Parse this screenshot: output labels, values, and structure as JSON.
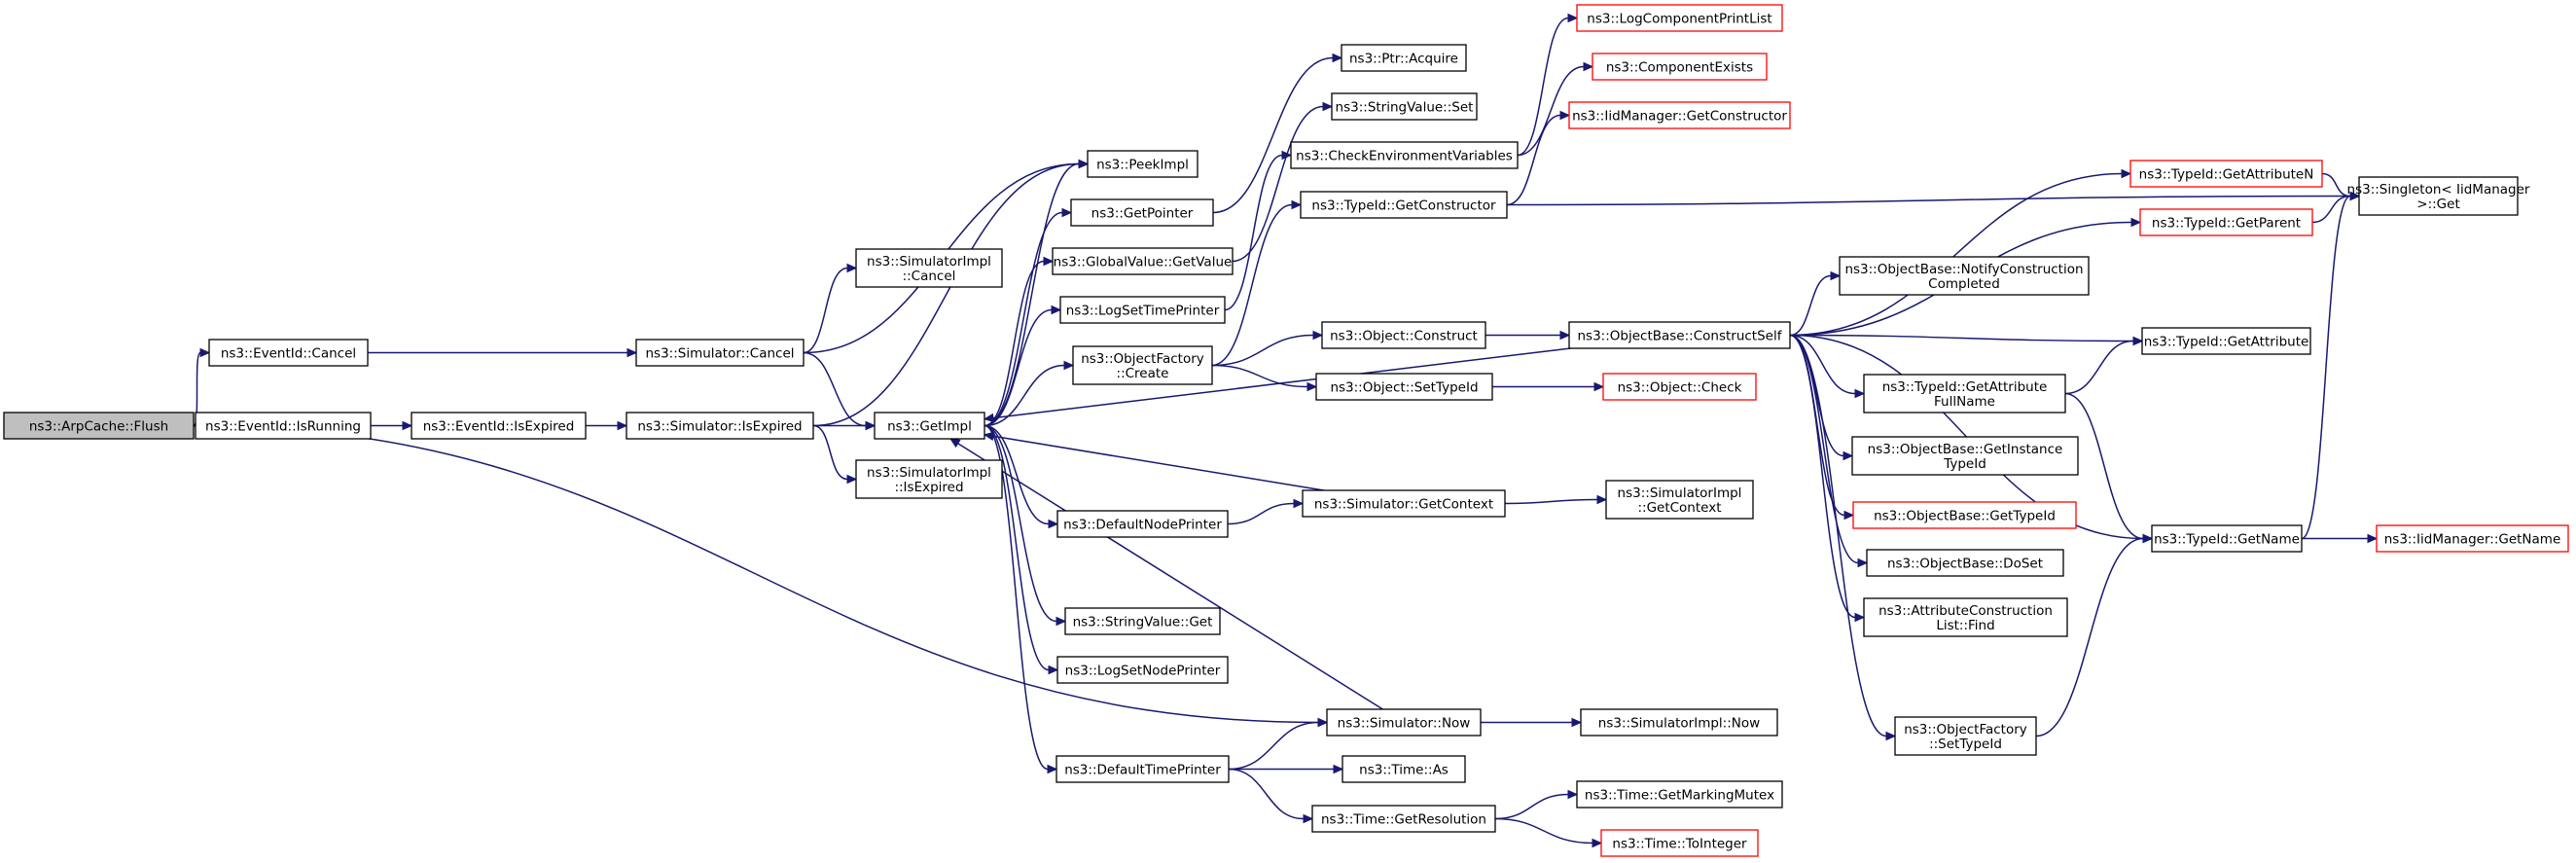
{
  "graph": {
    "title": "",
    "nodes": [
      {
        "id": "flush",
        "lines": [
          "ns3::ArpCache::Flush"
        ],
        "root": true
      },
      {
        "id": "evcancel",
        "lines": [
          "ns3::EventId::Cancel"
        ]
      },
      {
        "id": "evrunning",
        "lines": [
          "ns3::EventId::IsRunning"
        ]
      },
      {
        "id": "evexpired",
        "lines": [
          "ns3::EventId::IsExpired"
        ]
      },
      {
        "id": "simcancel",
        "lines": [
          "ns3::Simulator::Cancel"
        ]
      },
      {
        "id": "simexpired",
        "lines": [
          "ns3::Simulator::IsExpired"
        ]
      },
      {
        "id": "simimplcancel",
        "lines": [
          "ns3::SimulatorImpl",
          "::Cancel"
        ]
      },
      {
        "id": "simimplexpired",
        "lines": [
          "ns3::SimulatorImpl",
          "::IsExpired"
        ]
      },
      {
        "id": "getimpl",
        "lines": [
          "ns3::GetImpl"
        ]
      },
      {
        "id": "peekimpl",
        "lines": [
          "ns3::PeekImpl"
        ]
      },
      {
        "id": "getpointer",
        "lines": [
          "ns3::GetPointer"
        ]
      },
      {
        "id": "gvgetvalue",
        "lines": [
          "ns3::GlobalValue::GetValue"
        ]
      },
      {
        "id": "logsettime",
        "lines": [
          "ns3::LogSetTimePrinter"
        ]
      },
      {
        "id": "objfactcreate",
        "lines": [
          "ns3::ObjectFactory",
          "::Create"
        ]
      },
      {
        "id": "defnodeprinter",
        "lines": [
          "ns3::DefaultNodePrinter"
        ]
      },
      {
        "id": "strvalget",
        "lines": [
          "ns3::StringValue::Get"
        ]
      },
      {
        "id": "logsetnode",
        "lines": [
          "ns3::LogSetNodePrinter"
        ]
      },
      {
        "id": "deftimeprinter",
        "lines": [
          "ns3::DefaultTimePrinter"
        ]
      },
      {
        "id": "ptracquire",
        "lines": [
          "ns3::Ptr::Acquire"
        ]
      },
      {
        "id": "strvalset",
        "lines": [
          "ns3::StringValue::Set"
        ]
      },
      {
        "id": "checkenv",
        "lines": [
          "ns3::CheckEnvironmentVariables"
        ]
      },
      {
        "id": "typeidgetctor",
        "lines": [
          "ns3::TypeId::GetConstructor"
        ]
      },
      {
        "id": "objconstruct",
        "lines": [
          "ns3::Object::Construct"
        ]
      },
      {
        "id": "objsettypeid",
        "lines": [
          "ns3::Object::SetTypeId"
        ]
      },
      {
        "id": "simgetcontext",
        "lines": [
          "ns3::Simulator::GetContext"
        ]
      },
      {
        "id": "simnow",
        "lines": [
          "ns3::Simulator::Now"
        ]
      },
      {
        "id": "timeas",
        "lines": [
          "ns3::Time::As"
        ]
      },
      {
        "id": "timegetres",
        "lines": [
          "ns3::Time::GetResolution"
        ]
      },
      {
        "id": "logcompprint",
        "lines": [
          "ns3::LogComponentPrintList"
        ],
        "truncated": true
      },
      {
        "id": "compexists",
        "lines": [
          "ns3::ComponentExists"
        ],
        "truncated": true
      },
      {
        "id": "iidmgrgetctor",
        "lines": [
          "ns3::IidManager::GetConstructor"
        ],
        "truncated": true
      },
      {
        "id": "objbaseconstructself",
        "lines": [
          "ns3::ObjectBase::ConstructSelf"
        ]
      },
      {
        "id": "objcheck",
        "lines": [
          "ns3::Object::Check"
        ],
        "truncated": true
      },
      {
        "id": "simimplgetcontext",
        "lines": [
          "ns3::SimulatorImpl",
          "::GetContext"
        ]
      },
      {
        "id": "simimplnow",
        "lines": [
          "ns3::SimulatorImpl::Now"
        ]
      },
      {
        "id": "timegetmarking",
        "lines": [
          "ns3::Time::GetMarkingMutex"
        ]
      },
      {
        "id": "timetointeger",
        "lines": [
          "ns3::Time::ToInteger"
        ],
        "truncated": true
      },
      {
        "id": "notifyconstruction",
        "lines": [
          "ns3::ObjectBase::NotifyConstruction",
          "Completed"
        ]
      },
      {
        "id": "typeidgetattrfullname",
        "lines": [
          "ns3::TypeId::GetAttribute",
          "FullName"
        ]
      },
      {
        "id": "getinstancetypeid",
        "lines": [
          "ns3::ObjectBase::GetInstance",
          "TypeId"
        ]
      },
      {
        "id": "objbasegettypeid",
        "lines": [
          "ns3::ObjectBase::GetTypeId"
        ],
        "truncated": true
      },
      {
        "id": "doset",
        "lines": [
          "ns3::ObjectBase::DoSet"
        ]
      },
      {
        "id": "attrconstrfind",
        "lines": [
          "ns3::AttributeConstruction",
          "List::Find"
        ]
      },
      {
        "id": "objfactsettypeid",
        "lines": [
          "ns3::ObjectFactory",
          "::SetTypeId"
        ]
      },
      {
        "id": "typeidgetattrn",
        "lines": [
          "ns3::TypeId::GetAttributeN"
        ],
        "truncated": true
      },
      {
        "id": "typeidgetparent",
        "lines": [
          "ns3::TypeId::GetParent"
        ],
        "truncated": true
      },
      {
        "id": "typeidgetattr",
        "lines": [
          "ns3::TypeId::GetAttribute"
        ]
      },
      {
        "id": "typeidgetname",
        "lines": [
          "ns3::TypeId::GetName"
        ]
      },
      {
        "id": "singletonget",
        "lines": [
          "ns3::Singleton< IidManager",
          " >::Get"
        ]
      },
      {
        "id": "iidmgrgetname",
        "lines": [
          "ns3::IidManager::GetName"
        ],
        "truncated": true
      }
    ],
    "edges": [
      [
        "flush",
        "evcancel"
      ],
      [
        "flush",
        "evrunning"
      ],
      [
        "flush",
        "simnow"
      ],
      [
        "evcancel",
        "simcancel"
      ],
      [
        "evrunning",
        "evexpired"
      ],
      [
        "evexpired",
        "simexpired"
      ],
      [
        "simcancel",
        "simimplcancel"
      ],
      [
        "simcancel",
        "getimpl"
      ],
      [
        "simcancel",
        "peekimpl"
      ],
      [
        "simexpired",
        "getimpl"
      ],
      [
        "simexpired",
        "simimplexpired"
      ],
      [
        "simexpired",
        "peekimpl"
      ],
      [
        "getimpl",
        "peekimpl"
      ],
      [
        "getimpl",
        "getpointer"
      ],
      [
        "getimpl",
        "gvgetvalue"
      ],
      [
        "getimpl",
        "logsettime"
      ],
      [
        "getimpl",
        "objfactcreate"
      ],
      [
        "getimpl",
        "defnodeprinter"
      ],
      [
        "getimpl",
        "strvalget"
      ],
      [
        "getimpl",
        "logsetnode"
      ],
      [
        "getimpl",
        "deftimeprinter"
      ],
      [
        "getpointer",
        "ptracquire"
      ],
      [
        "gvgetvalue",
        "strvalset"
      ],
      [
        "logsettime",
        "checkenv"
      ],
      [
        "objfactcreate",
        "typeidgetctor"
      ],
      [
        "objfactcreate",
        "objconstruct"
      ],
      [
        "objfactcreate",
        "objsettypeid"
      ],
      [
        "defnodeprinter",
        "simgetcontext"
      ],
      [
        "simgetcontext",
        "getimpl"
      ],
      [
        "simgetcontext",
        "simimplgetcontext"
      ],
      [
        "simnow",
        "getimpl"
      ],
      [
        "simnow",
        "simimplnow"
      ],
      [
        "deftimeprinter",
        "simnow"
      ],
      [
        "deftimeprinter",
        "timeas"
      ],
      [
        "deftimeprinter",
        "timegetres"
      ],
      [
        "checkenv",
        "logcompprint"
      ],
      [
        "checkenv",
        "compexists"
      ],
      [
        "typeidgetctor",
        "iidmgrgetctor"
      ],
      [
        "typeidgetctor",
        "singletonget"
      ],
      [
        "objconstruct",
        "objbaseconstructself"
      ],
      [
        "objsettypeid",
        "objcheck"
      ],
      [
        "timegetres",
        "timegetmarking"
      ],
      [
        "timegetres",
        "timetointeger"
      ],
      [
        "objbaseconstructself",
        "typeidgetattrn"
      ],
      [
        "objbaseconstructself",
        "typeidgetparent"
      ],
      [
        "objbaseconstructself",
        "notifyconstruction"
      ],
      [
        "objbaseconstructself",
        "typeidgetattr"
      ],
      [
        "objbaseconstructself",
        "typeidgetattrfullname"
      ],
      [
        "objbaseconstructself",
        "getinstancetypeid"
      ],
      [
        "objbaseconstructself",
        "objbasegettypeid"
      ],
      [
        "objbaseconstructself",
        "doset"
      ],
      [
        "objbaseconstructself",
        "attrconstrfind"
      ],
      [
        "objbaseconstructself",
        "objfactsettypeid"
      ],
      [
        "objbaseconstructself",
        "typeidgetname"
      ],
      [
        "objbaseconstructself",
        "getimpl"
      ],
      [
        "typeidgetattrfullname",
        "typeidgetattr"
      ],
      [
        "typeidgetattrfullname",
        "typeidgetname"
      ],
      [
        "objfactsettypeid",
        "typeidgetname"
      ],
      [
        "typeidgetattrn",
        "singletonget"
      ],
      [
        "typeidgetparent",
        "singletonget"
      ],
      [
        "typeidgetname",
        "iidmgrgetname"
      ],
      [
        "typeidgetname",
        "singletonget"
      ]
    ],
    "colors": {
      "edge": "#191970",
      "root_fill": "#bfbfbf",
      "truncated_border": "#ff0000"
    }
  }
}
